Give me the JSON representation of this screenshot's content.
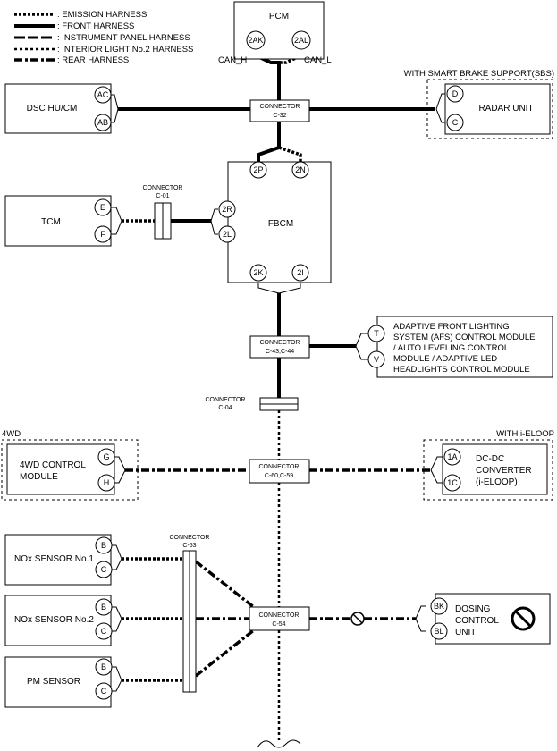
{
  "legend": {
    "emission": ": EMISSION HARNESS",
    "front": ": FRONT HARNESS",
    "instrument": ": INSTRUMENT PANEL HARNESS",
    "interior": ": INTERIOR LIGHT No.2 HARNESS",
    "rear": ": REAR HARNESS"
  },
  "pcm": {
    "label": "PCM",
    "pin_a": "2AK",
    "pin_b": "2AL",
    "can_h": "CAN_H",
    "can_l": "CAN_L"
  },
  "dsc": {
    "label": "DSC HU/CM",
    "pin_a": "AC",
    "pin_b": "AB"
  },
  "radar": {
    "group": "WITH SMART BRAKE SUPPORT(SBS)",
    "label": "RADAR UNIT",
    "pin_a": "D",
    "pin_b": "C"
  },
  "conn_c32": {
    "title": "CONNECTOR",
    "id": "C-32"
  },
  "fbcm": {
    "label": "FBCM",
    "pin_2p": "2P",
    "pin_2n": "2N",
    "pin_2r": "2R",
    "pin_2l": "2L",
    "pin_2k": "2K",
    "pin_2i": "2I"
  },
  "tcm": {
    "label": "TCM",
    "pin_a": "E",
    "pin_b": "F"
  },
  "conn_c01": {
    "title": "CONNECTOR",
    "id": "C-01"
  },
  "conn_c43": {
    "title": "CONNECTOR",
    "id": "C-43,C-44"
  },
  "afs": {
    "pin_a": "T",
    "pin_b": "V",
    "lines": [
      "ADAPTIVE FRONT LIGHTING",
      "SYSTEM (AFS) CONTROL MODULE",
      "/ AUTO LEVELING CONTROL",
      "MODULE / ADAPTIVE LED",
      "HEADLIGHTS CONTROL MODULE"
    ]
  },
  "conn_c04": {
    "title": "CONNECTOR",
    "id": "C-04"
  },
  "fwd": {
    "group": "4WD",
    "line1": "4WD CONTROL",
    "line2": "MODULE",
    "pin_a": "G",
    "pin_b": "H"
  },
  "conn_c60": {
    "title": "CONNECTOR",
    "id": "C-60,C-59"
  },
  "dcdc": {
    "group": "WITH i-ELOOP",
    "line1": "DC-DC",
    "line2": "CONVERTER",
    "line3": "(i-ELOOP)",
    "pin_a": "1A",
    "pin_b": "1C"
  },
  "nox1": {
    "label": "NOx SENSOR No.1",
    "pin_a": "B",
    "pin_b": "C"
  },
  "nox2": {
    "label": "NOx SENSOR No.2",
    "pin_a": "B",
    "pin_b": "C"
  },
  "pm": {
    "label": "PM SENSOR",
    "pin_a": "B",
    "pin_b": "C"
  },
  "conn_c53": {
    "title": "CONNECTOR",
    "id": "C-53"
  },
  "conn_c54": {
    "title": "CONNECTOR",
    "id": "C-54"
  },
  "dosing": {
    "line1": "DOSING",
    "line2": "CONTROL",
    "line3": "UNIT",
    "pin_a": "BK",
    "pin_b": "BL"
  }
}
